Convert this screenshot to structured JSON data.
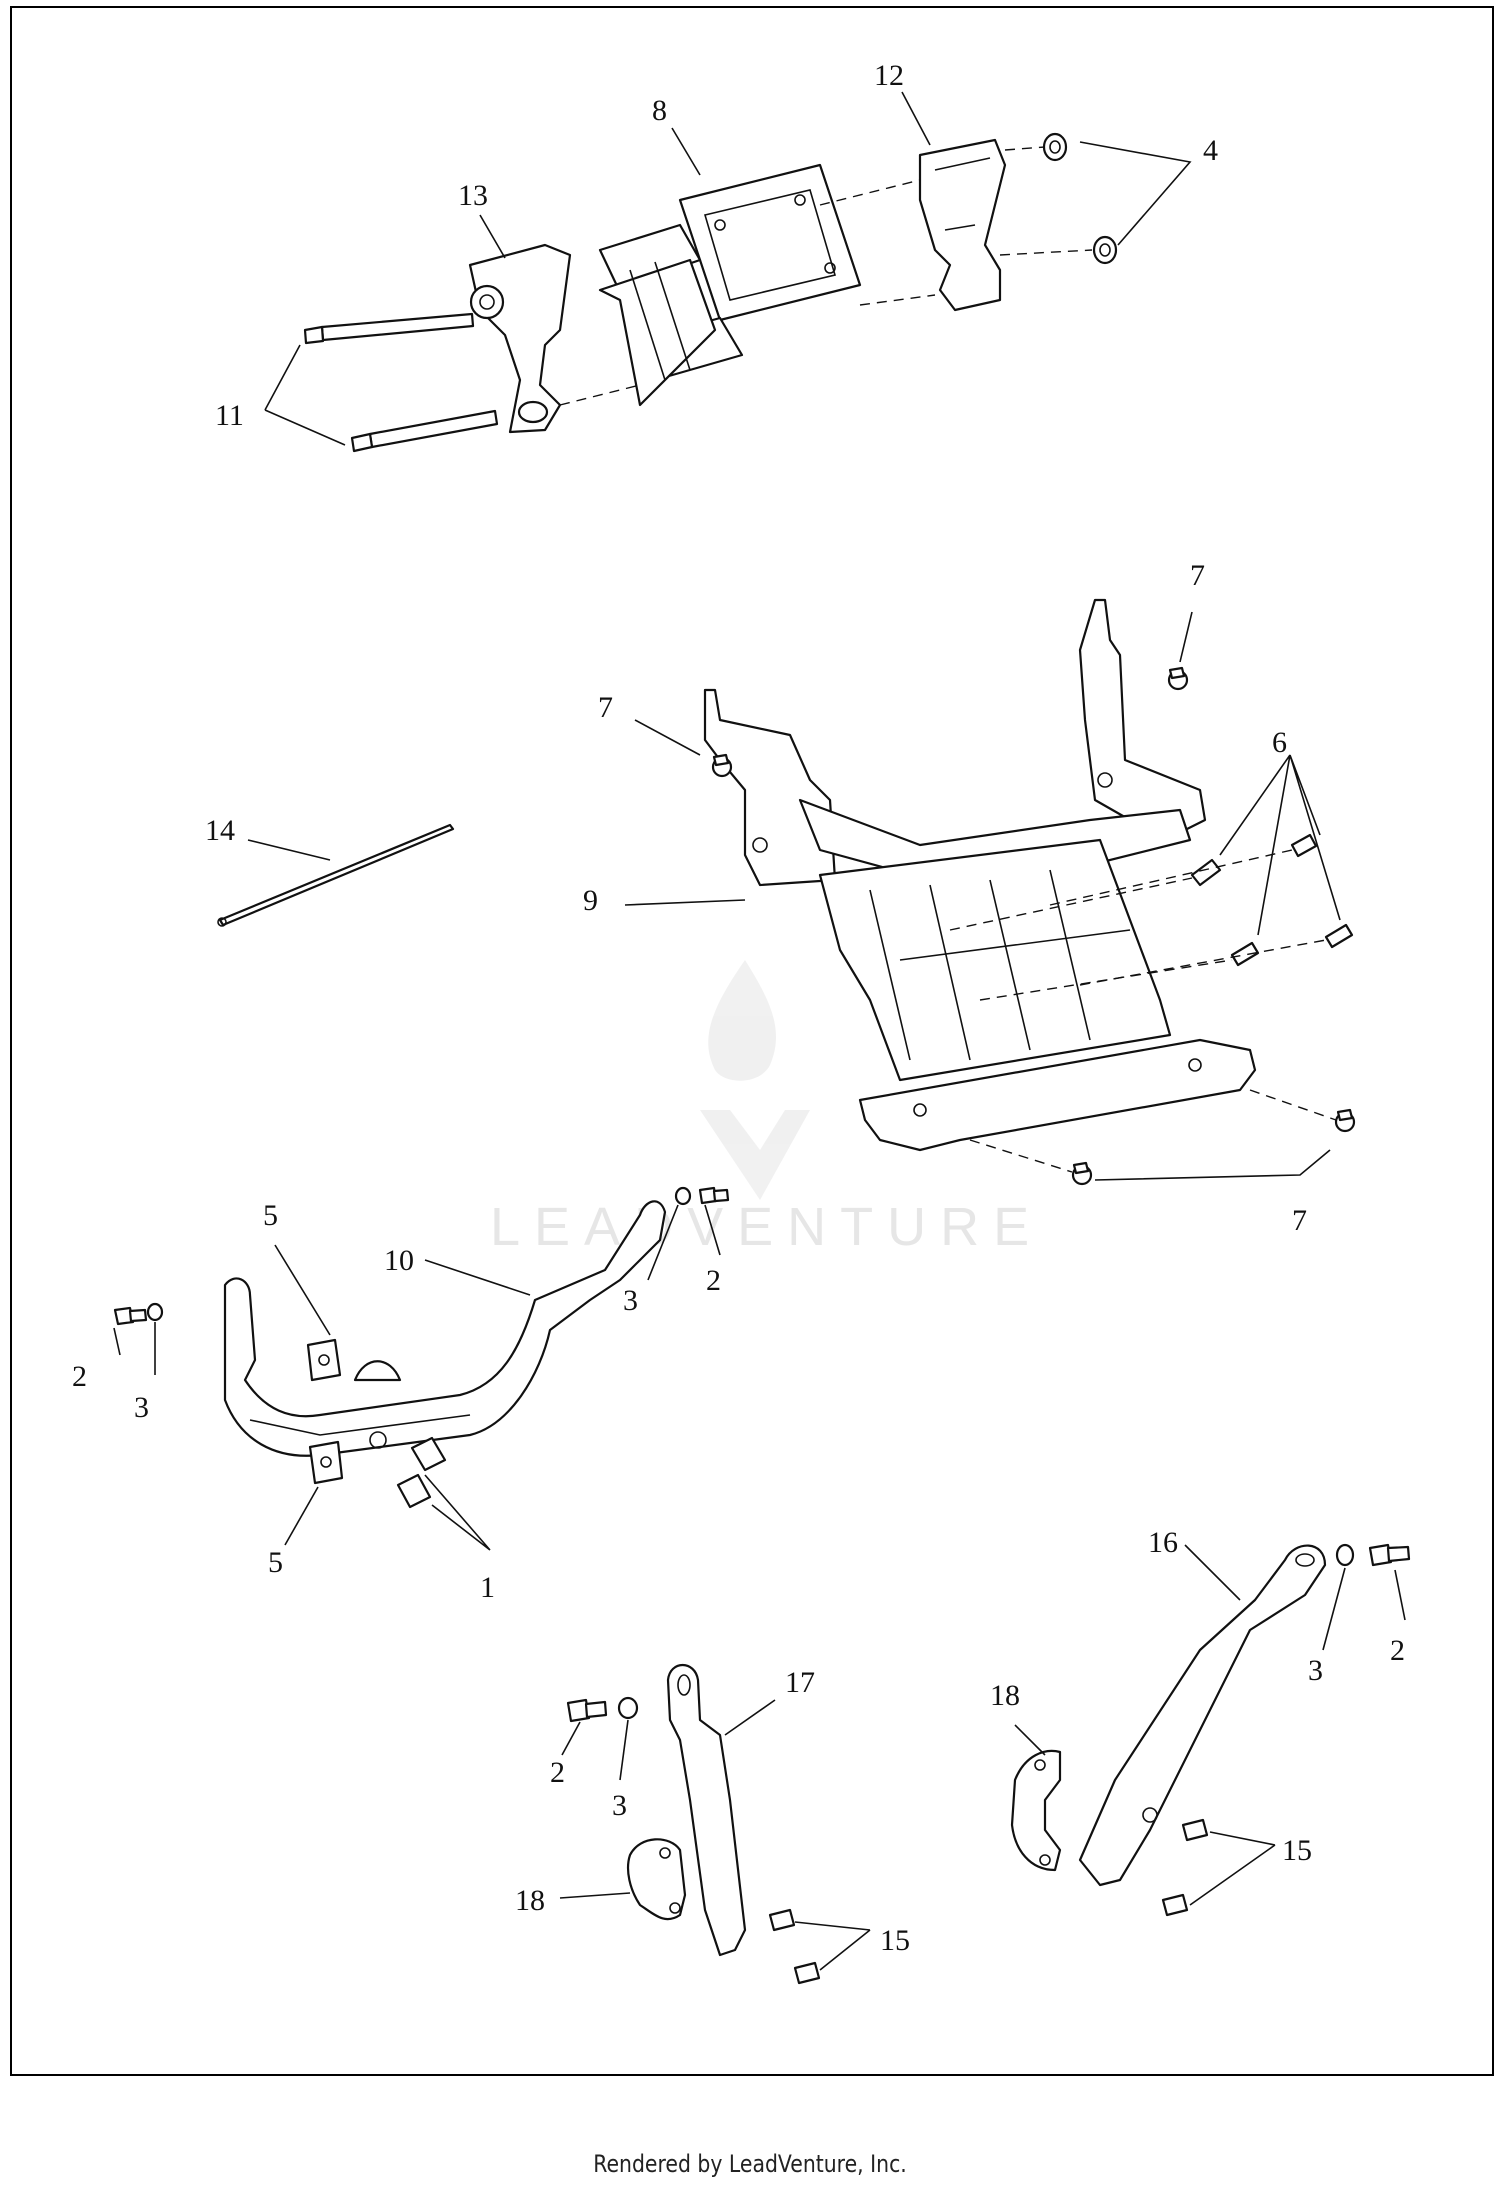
{
  "callouts": {
    "c1": "1",
    "c2a": "2",
    "c2b": "2",
    "c2c": "2",
    "c2d": "2",
    "c3a": "3",
    "c3b": "3",
    "c3c": "3",
    "c3d": "3",
    "c4": "4",
    "c5a": "5",
    "c5b": "5",
    "c6": "6",
    "c7a": "7",
    "c7b": "7",
    "c7c": "7",
    "c8": "8",
    "c9": "9",
    "c10": "10",
    "c11": "11",
    "c12": "12",
    "c13": "13",
    "c14": "14",
    "c15a": "15",
    "c15b": "15",
    "c16": "16",
    "c17": "17",
    "c18a": "18",
    "c18b": "18"
  },
  "watermark": {
    "text": "LEADVENTURE"
  },
  "footer": {
    "text": "Rendered by LeadVenture, Inc."
  }
}
